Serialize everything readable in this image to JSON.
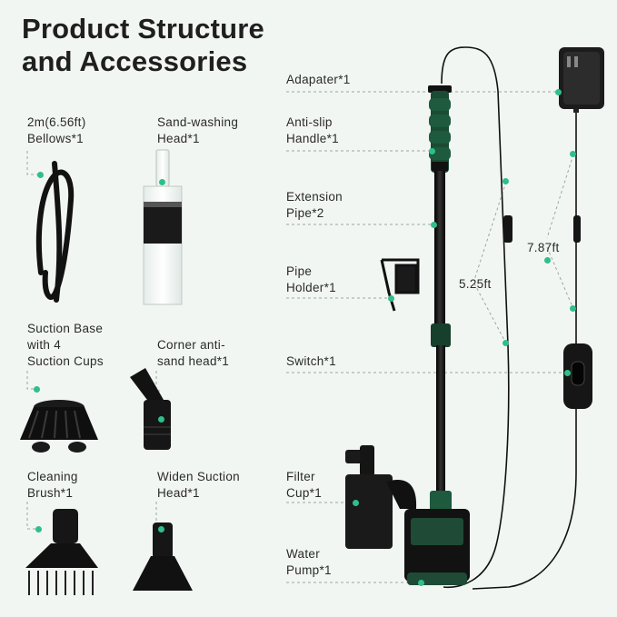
{
  "title": {
    "line1": "Product Structure",
    "line2": "and Accessories"
  },
  "labels": {
    "bellows": [
      "2m(6.56ft)",
      "Bellows*1"
    ],
    "sand_head": [
      "Sand-washing",
      "Head*1"
    ],
    "suction_base": [
      "Suction Base",
      "with 4",
      "Suction Cups"
    ],
    "corner_head": [
      "Corner anti-",
      "sand head*1"
    ],
    "brush": [
      "Cleaning",
      "Brush*1"
    ],
    "widen_head": [
      "Widen Suction",
      "Head*1"
    ],
    "adapter": [
      "Adapater*1"
    ],
    "handle": [
      "Anti-slip",
      "Handle*1"
    ],
    "ext_pipe": [
      "Extension",
      "Pipe*2"
    ],
    "pipe_holder": [
      "Pipe",
      "Holder*1"
    ],
    "switch": [
      "Switch*1"
    ],
    "filter_cup": [
      "Filter",
      "Cup*1"
    ],
    "pump": [
      "Water",
      "Pump*1"
    ]
  },
  "dimensions": {
    "cable_short": "5.25ft",
    "cable_long": "7.87ft"
  },
  "colors": {
    "accent_dot": "#2fbf8a",
    "background": "#f2f6f3",
    "product_green": "#1f4a36"
  },
  "icons": [
    "bellows-hose-icon",
    "sand-washing-head-icon",
    "suction-base-icon",
    "corner-head-icon",
    "cleaning-brush-icon",
    "widen-head-icon",
    "power-adapter-icon",
    "pipe-holder-icon",
    "switch-icon",
    "filter-cup-icon",
    "water-pump-icon"
  ]
}
